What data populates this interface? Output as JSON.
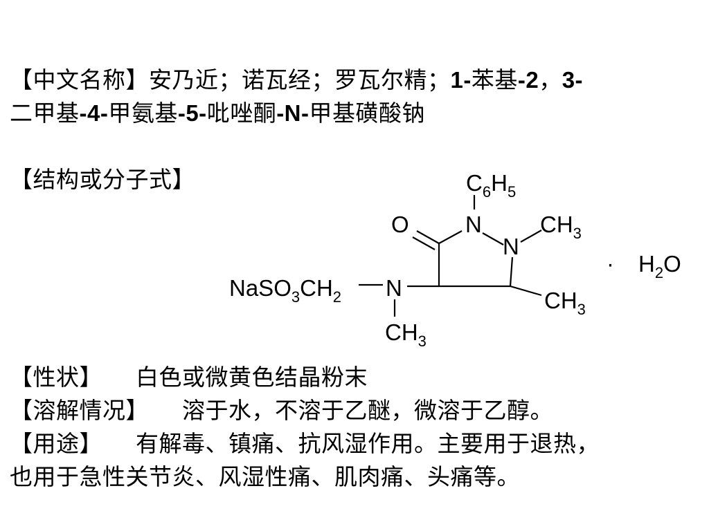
{
  "name": {
    "label": "【中文名称】",
    "text_a": "安乃近；诺瓦经；罗瓦尔精；",
    "b1": "1-",
    "t1": "苯基",
    "b2": "-2",
    "t2": "，",
    "b3": "3-",
    "t3": "二甲基",
    "b4": "-4-",
    "t4": "甲氨基",
    "b5": "-5-",
    "t5": "吡唑酮",
    "b6": "-N-",
    "t6": "甲基磺酸钠"
  },
  "structure": {
    "label": "【结构或分子式】",
    "atoms": {
      "oxygen": "O",
      "n1": "N",
      "n2": "N",
      "n_amino": "N",
      "phenyl": "C",
      "phenyl_sub1": "6",
      "phenyl_h": "H",
      "phenyl_sub2": "5",
      "n_methyl": "CH",
      "n_methyl_sub": "3",
      "c_methyl": "CH",
      "c_methyl_sub": "3",
      "amino_methyl": "CH",
      "amino_methyl_sub": "3",
      "sulfonate_a": "NaSO",
      "sulfonate_sub1": "3",
      "sulfonate_b": "CH",
      "sulfonate_sub2": "2",
      "hydrate_dot": "·",
      "water": "H",
      "water_sub": "2",
      "water_o": "O"
    }
  },
  "properties": {
    "label": "【性状】",
    "value": "白色或微黄色结晶粉末"
  },
  "solubility": {
    "label": "【溶解情况】",
    "value": "溶于水，不溶于乙醚，微溶于乙醇。"
  },
  "usage": {
    "label": "【用途】",
    "value_line1": "有解毒、镇痛、抗风湿作用。主要用于退热，",
    "value_line2": "也用于急性关节炎、风湿性痛、肌肉痛、头痛等。"
  }
}
